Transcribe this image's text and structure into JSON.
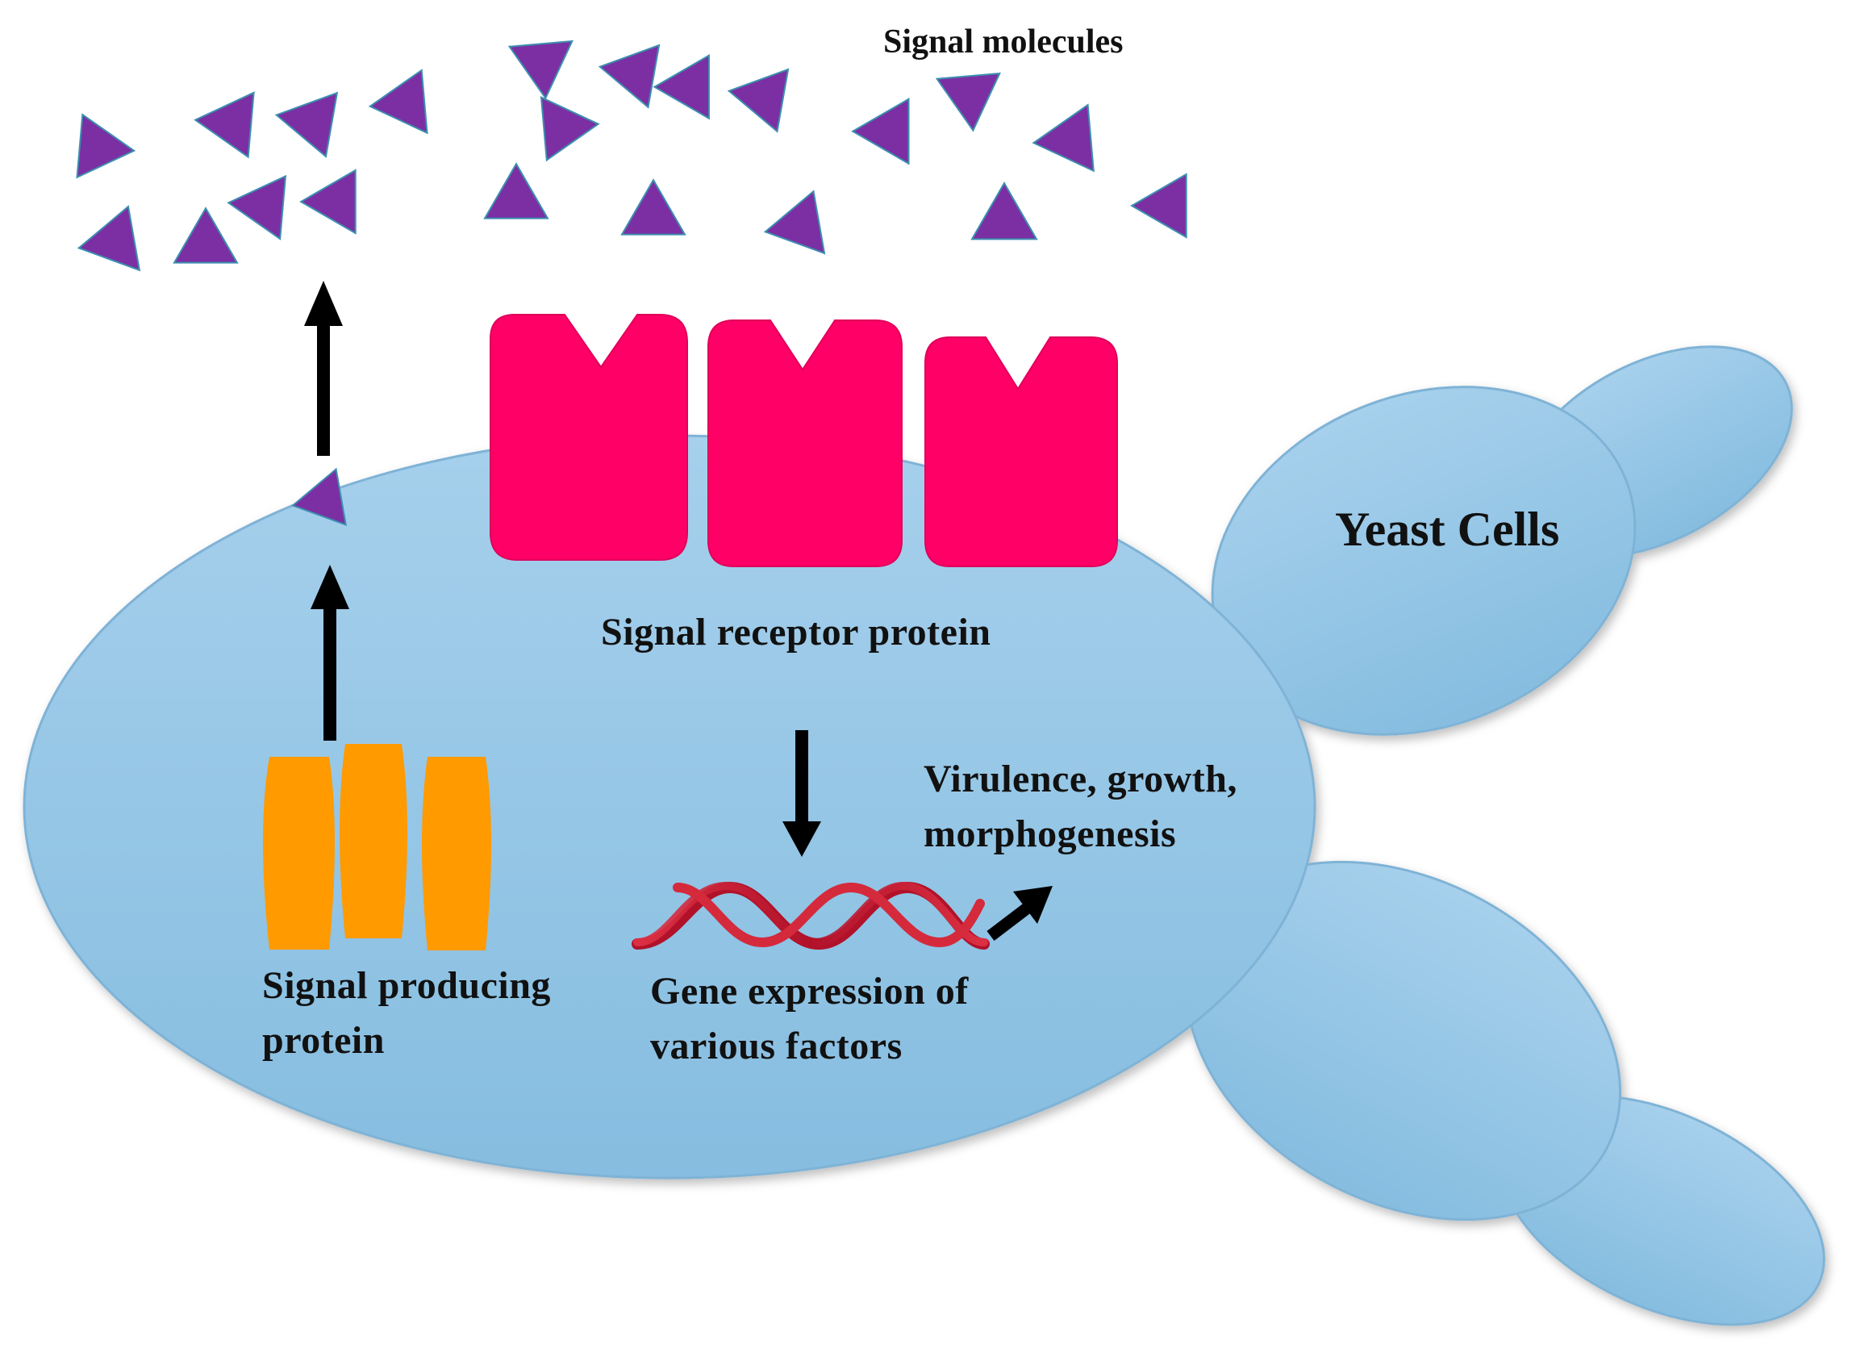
{
  "labels": {
    "signal_molecules": "Signal molecules",
    "yeast_cells": "Yeast Cells",
    "signal_receptor_protein": "Signal receptor protein",
    "effect_line1": "Virulence,  growth,",
    "effect_line2": "morphogenesis",
    "producing_line1": "Signal producing",
    "producing_line2": "protein",
    "gene_line1": "Gene expression  of",
    "gene_line2": "various  factors"
  },
  "colors": {
    "cell_fill": "#8fc2e3",
    "cell_stroke": "#6fa6cc",
    "signal_molecule": "#7b2fa3",
    "receptor": "#ff0066",
    "producer": "#ff9a00",
    "dna_strand": "#c81e33",
    "arrow": "#000000"
  },
  "icons": {
    "signal_molecule": "triangle",
    "receptor": "notched-block",
    "producer": "barrel-segment",
    "dna": "double-helix",
    "arrow": "black-arrow"
  }
}
